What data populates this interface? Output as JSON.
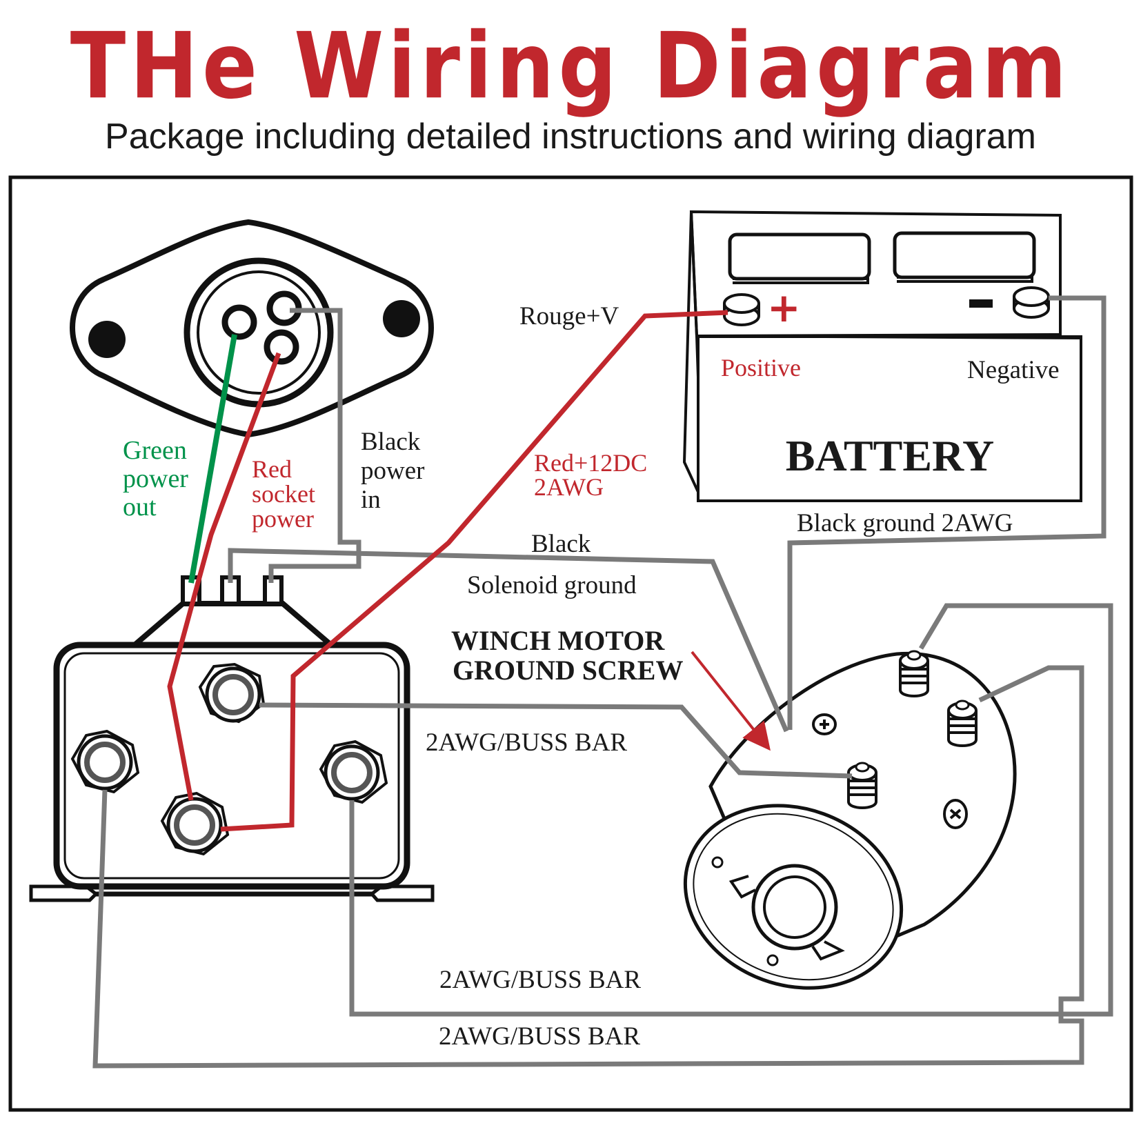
{
  "header": {
    "title": "THe  Wiring  Diagram",
    "subtitle": "Package including detailed instructions and wiring diagram"
  },
  "battery": {
    "name": "BATTERY",
    "positive_label": "Positive",
    "negative_label": "Negative",
    "plus_symbol": "+",
    "minus_symbol": "-"
  },
  "labels": {
    "rouge_v": "Rouge+V",
    "red_12dc_line1": "Red+12DC",
    "red_12dc_line2": "2AWG",
    "green_power_out": [
      "Green",
      "power",
      "out"
    ],
    "red_socket_power": [
      "Red",
      "socket",
      "power"
    ],
    "black_power_in": [
      "Black",
      "power",
      "in"
    ],
    "black": "Black",
    "solenoid_ground": "Solenoid ground",
    "winch_motor_ground_screw": [
      "WINCH MOTOR",
      "GROUND SCREW"
    ],
    "black_ground_2awg": "Black ground 2AWG",
    "buss_bar_1": "2AWG/BUSS BAR",
    "buss_bar_2": "2AWG/BUSS BAR",
    "buss_bar_3": "2AWG/BUSS BAR"
  },
  "colors": {
    "title_red": "#c1272d",
    "wire_red": "#c1272d",
    "wire_green": "#00924a",
    "wire_gray": "#7a7a7a"
  }
}
